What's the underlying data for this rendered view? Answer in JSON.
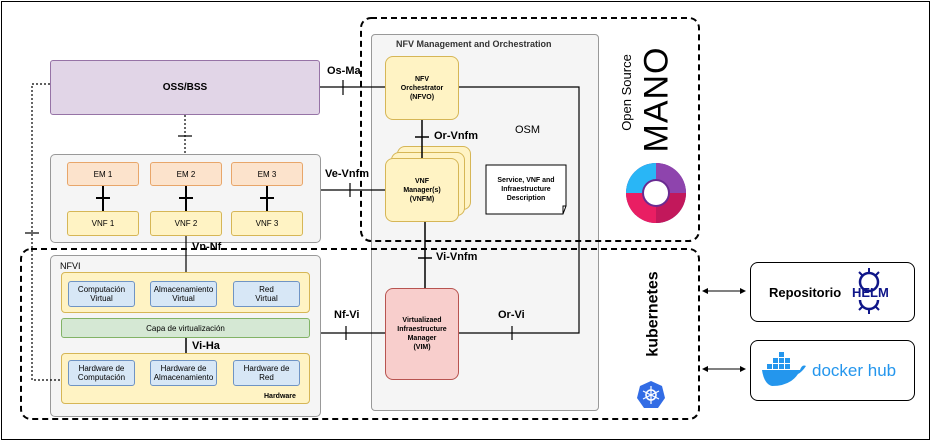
{
  "labels": {
    "oss_bss": "OSS/BSS",
    "mano_title": "NFV Management and Orchestration",
    "osm": "OSM",
    "nfvo": "NFV\nOrchestrator\n(NFVO)",
    "vnfm": "VNF\nManager(s)\n(VNFM)",
    "vim": "Virtualizaed\nInfraestructure\nManager\n(VIM)",
    "description": "Service, VNF and\nInfraestructure\nDescription",
    "em1": "EM 1",
    "em2": "EM 2",
    "em3": "EM 3",
    "vnf1": "VNF 1",
    "vnf2": "VNF 2",
    "vnf3": "VNF 3",
    "nfvi": "NFVI",
    "comp_virtual": "Computación\nVirtual",
    "alm_virtual": "Almacenamiento\nVirtual",
    "red_virtual": "Red\nVirtual",
    "capa_virt": "Capa de virtualización",
    "hw_comp": "Hardware de\nComputación",
    "hw_alm": "Hardware de\nAlmacenamiento",
    "hw_red": "Hardware de\nRed",
    "hardware": "Hardware",
    "repositorio": "Repositorio",
    "helm": "HELM",
    "dockerhub": "docker hub",
    "kubernetes": "kubernetes",
    "open_source": "Open Source",
    "mano": "MANO"
  },
  "interfaces": {
    "os_ma": "Os-Ma",
    "or_vnfm": "Or-Vnfm",
    "ve_vnfm": "Ve-Vnfm",
    "vn_nf": "Vn-Nf",
    "vi_vnfm": "Vi-Vnfm",
    "nf_vi": "Nf-Vi",
    "or_vi": "Or-Vi",
    "vi_ha": "Vi-Ha"
  },
  "colors": {
    "oss": "#e1d5e7",
    "peach": "#fce3cc",
    "blue": "#d7e7f6",
    "yellow": "#fff3c4",
    "green": "#d5e8d4",
    "vim": "#f8cecc",
    "helm": "#0f1689",
    "docker": "#2496ed",
    "k8s": "#326ce5"
  }
}
